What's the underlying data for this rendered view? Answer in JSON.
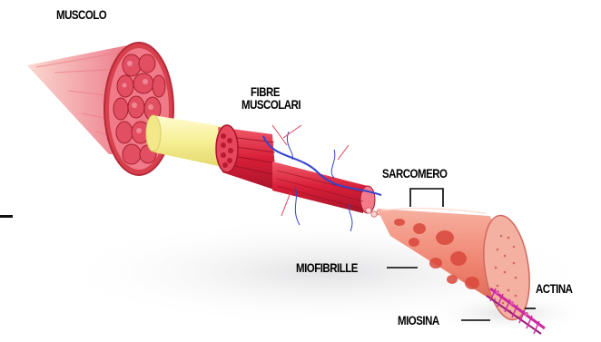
{
  "labels": {
    "muscolo": "MUSCOLO",
    "fibre_line1": "FIBRE",
    "fibre_line2": "MUSCOLARI",
    "sarcomero": "SARCOMERO",
    "miofibrille": "MIOFIBRILLE",
    "actina": "ACTINA",
    "miosina": "MIOSINA"
  },
  "colors": {
    "muscle": "#e8707a",
    "muscle_dark": "#c0303c",
    "fat_yellow": "#f3ef9a",
    "fiber_red": "#d8203a",
    "nerve_blue": "#3344cc",
    "myofibril": "#ee8878",
    "actin_magenta": "#cc2aa0"
  }
}
